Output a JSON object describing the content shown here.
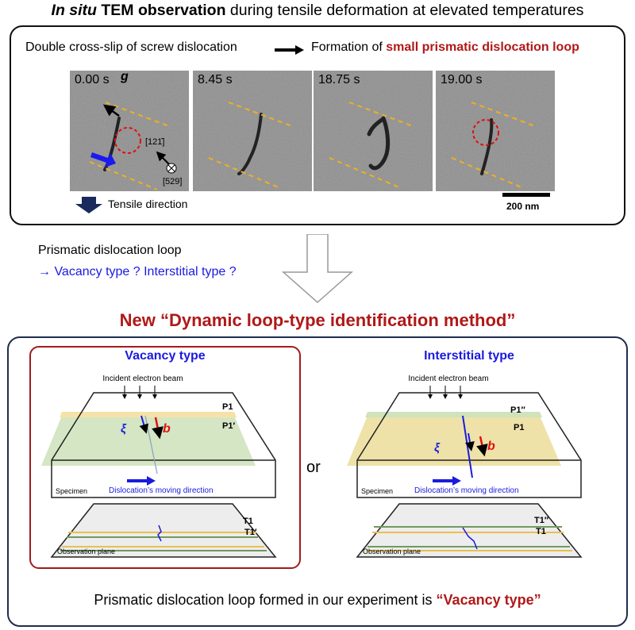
{
  "title": {
    "italic": "In situ",
    "bold": "TEM observation",
    "rest": " during tensile deformation at elevated temperatures"
  },
  "top": {
    "left_text": "Double cross-slip of screw dislocation",
    "right_prefix": "Formation of ",
    "right_highlight": "small prismatic dislocation loop",
    "frames": [
      "0.00 s",
      "8.45 s",
      "18.75 s",
      "19.00 s"
    ],
    "g_label": "g",
    "dir1": "[121̄]",
    "dir2": "[529]",
    "tensile": "Tensile direction",
    "scale": "200 nm"
  },
  "question": {
    "line1": "Prismatic dislocation loop",
    "line2": "→ Vacancy type ? Interstitial type ?"
  },
  "method_title": "New “Dynamic loop-type identification method”",
  "vacancy": {
    "title": "Vacancy type",
    "beam": "Incident electron beam",
    "p_top": "P1",
    "p_bot": "P1′",
    "xi": "ξ",
    "b": "b",
    "specimen": "Specimen",
    "moving": "Dislocation’s  moving direction",
    "t_top": "T1",
    "t_bot": "T1′",
    "plane": "Observation plane"
  },
  "or": "or",
  "interstitial": {
    "title": "Interstitial type",
    "beam": "Incident electron beam",
    "p_top": "P1″",
    "p_bot": "P1",
    "xi": "ξ",
    "b": "b",
    "specimen": "Specimen",
    "moving": "Dislocation’s  moving direction",
    "t_top": "T1″",
    "t_bot": "T1",
    "plane": "Observation plane"
  },
  "conclusion": {
    "prefix": "Prismatic dislocation loop formed in our experiment is ",
    "highlight": "“Vacancy type”"
  },
  "colors": {
    "red": "#b01818",
    "blue": "#1a1adf",
    "navy": "#1f2d4d",
    "yellow": "#f0c040",
    "green": "#5f8f50"
  }
}
